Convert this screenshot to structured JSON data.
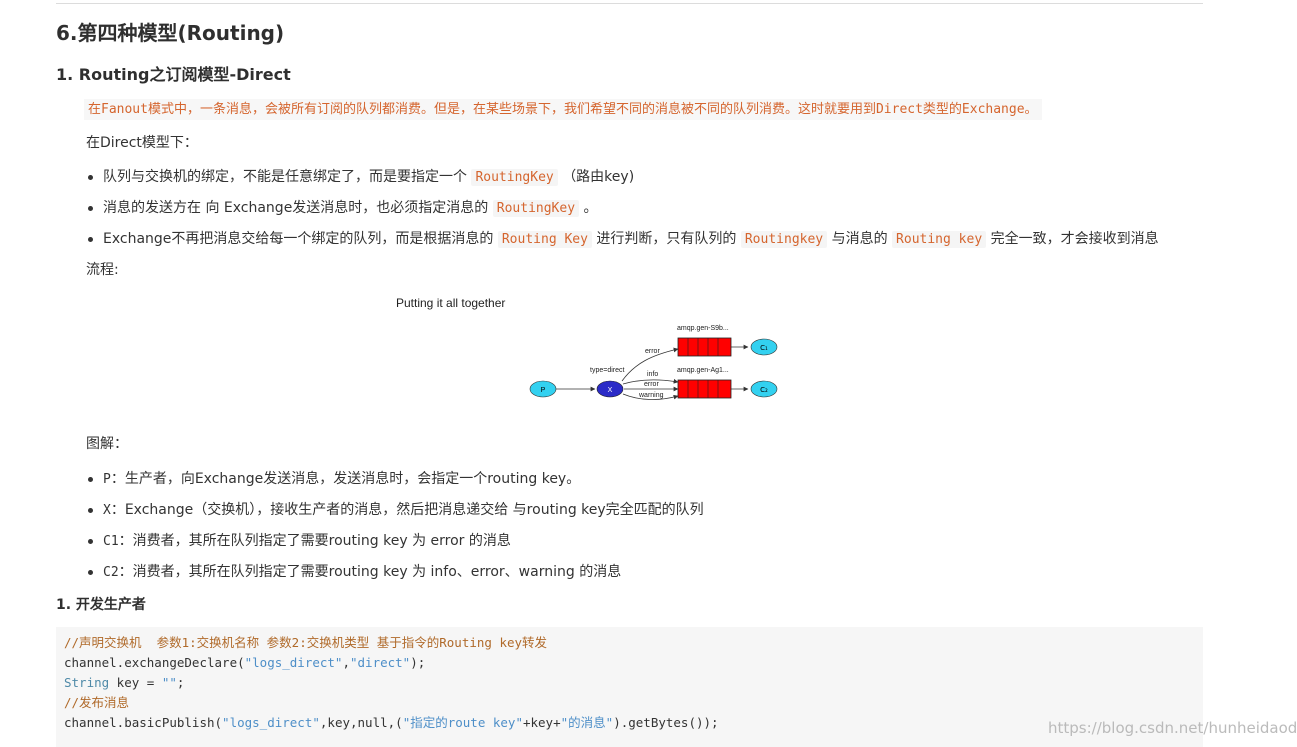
{
  "heading_main": "6.第四种模型(Routing)",
  "heading_sub": "1. Routing之订阅模型-Direct",
  "highlight_note": "在Fanout模式中，一条消息，会被所有订阅的队列都消费。但是，在某些场景下，我们希望不同的消息被不同的队列消费。这时就要用到Direct类型的Exchange。",
  "direct_intro": "在Direct模型下：",
  "rules": [
    {
      "a": "队列与交换机的绑定，不能是任意绑定了，而是要指定一个",
      "code1": "RoutingKey",
      "b": "（路由key)"
    },
    {
      "a": "消息的发送方在 向 Exchange发送消息时，也必须指定消息的",
      "code1": "RoutingKey",
      "b": "。"
    },
    {
      "a": "Exchange不再把消息交给每一个绑定的队列，而是根据消息的",
      "code1": "Routing Key",
      "b": "进行判断，只有队列的",
      "code2": "Routingkey",
      "c": "与消息的",
      "code3": "Routing key",
      "d": "完全一致，才会接收到消息"
    }
  ],
  "flow_label": "流程:",
  "diagram": {
    "title": "Putting it all together",
    "producer": "P",
    "exchange": "X",
    "exchange_type": "type=direct",
    "queue1_name": "amqp.gen-S9b...",
    "queue2_name": "amqp.gen-Ag1...",
    "c1": "C₁",
    "c2": "C₂",
    "key_q1": "error",
    "keys_q2": [
      "info",
      "error",
      "warning"
    ]
  },
  "explain_label": "图解：",
  "roles": [
    {
      "key": "P",
      "text": "：生产者，向Exchange发送消息，发送消息时，会指定一个routing key。"
    },
    {
      "key": "X",
      "text": "：Exchange（交换机），接收生产者的消息，然后把消息递交给 与routing key完全匹配的队列"
    },
    {
      "key": "C1",
      "text": "：消费者，其所在队列指定了需要routing key 为 error 的消息"
    },
    {
      "key": "C2",
      "text": "：消费者，其所在队列指定了需要routing key 为 info、error、warning 的消息"
    }
  ],
  "section_producer": "1. 开发生产者",
  "code": {
    "comment1": "//声明交换机  参数1:交换机名称 参数2:交换机类型 基于指令的Routing key转发",
    "l2_a": "channel.exchangeDeclare(",
    "l2_s1": "\"logs_direct\"",
    "l2_comma": ",",
    "l2_s2": "\"direct\"",
    "l2_end": ");",
    "l3_kw": "String",
    "l3_mid": " key = ",
    "l3_str": "\"\"",
    "l3_end": ";",
    "comment2": "//发布消息",
    "l5_a": "channel.basicPublish(",
    "l5_s1": "\"logs_direct\"",
    "l5_b": ",key,null,(",
    "l5_s2": "\"指定的route key\"",
    "l5_c": "+key+",
    "l5_s3": "\"的消息\"",
    "l5_d": ").getBytes());"
  },
  "watermark": "https://blog.csdn.net/hunheidaode",
  "colors": {
    "accent_code": "#d5652e",
    "queue_red": "#ff0000",
    "exchange_blue": "#2b2bc7",
    "node_cyan": "#33d1f0"
  }
}
